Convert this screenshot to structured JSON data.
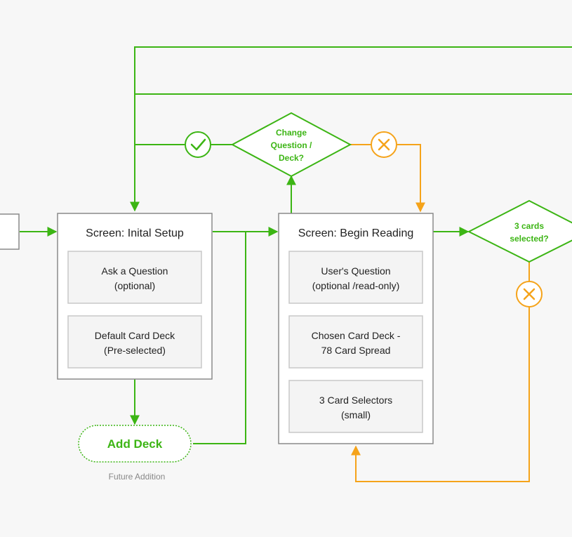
{
  "colors": {
    "green": "#3cb514",
    "orange": "#f5a31a",
    "box_border": "#8a8a8a",
    "inner_border": "#c8c8c8",
    "text": "#222222",
    "muted": "#888888",
    "background": "#f7f7f7"
  },
  "screens": {
    "setup": {
      "title": "Screen: Inital Setup",
      "fields": [
        {
          "line1": "Ask a Question",
          "line2": "(optional)"
        },
        {
          "line1": "Default Card Deck",
          "line2": "(Pre-selected)"
        }
      ]
    },
    "reading": {
      "title": "Screen: Begin Reading",
      "fields": [
        {
          "line1": "User's Question",
          "line2": "(optional /read-only)"
        },
        {
          "line1": "Chosen Card Deck -",
          "line2": "78 Card Spread"
        },
        {
          "line1": "3 Card Selectors",
          "line2": "(small)"
        }
      ]
    }
  },
  "decisions": {
    "change": {
      "line1": "Change",
      "line2": "Question /",
      "line3": "Deck?"
    },
    "cards": {
      "line1": "3 cards",
      "line2": "selected?"
    }
  },
  "add_deck": {
    "label": "Add Deck",
    "note": "Future Addition"
  },
  "icons": {
    "yes": "check-circle-icon",
    "no": "x-circle-icon"
  }
}
